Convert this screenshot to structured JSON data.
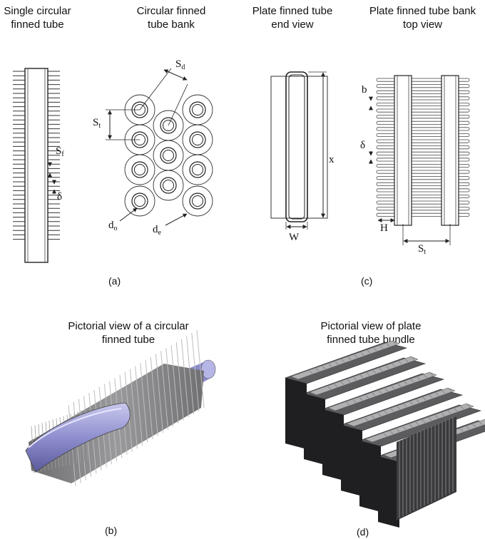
{
  "panel_a": {
    "title_single": [
      "Single circular",
      "finned tube"
    ],
    "title_bank": [
      "Circular finned",
      "tube bank"
    ],
    "sym_sd": "S",
    "sym_sd_sub": "d",
    "sym_st": "S",
    "sym_st_sub": "t",
    "sym_sf": "S",
    "sym_sf_sub": "f",
    "sym_delta": "δ",
    "sym_do": "d",
    "sym_do_sub": "o",
    "sym_de": "d",
    "sym_de_sub": "e",
    "caption": "(a)"
  },
  "panel_c": {
    "title_end": [
      "Plate finned tube",
      "end view"
    ],
    "title_top": [
      "Plate finned tube bank",
      "top view"
    ],
    "sym_x": "x",
    "sym_w": "W",
    "sym_b": "b",
    "sym_delta": "δ",
    "sym_h": "H",
    "sym_st": "S",
    "sym_st_sub": "t",
    "caption": "(c)"
  },
  "panel_b": {
    "title": [
      "Pictorial view of a circular",
      "finned tube"
    ],
    "caption": "(b)"
  },
  "panel_d": {
    "title": [
      "Pictorial view of plate",
      "finned tube bundle"
    ],
    "caption": "(d)"
  }
}
